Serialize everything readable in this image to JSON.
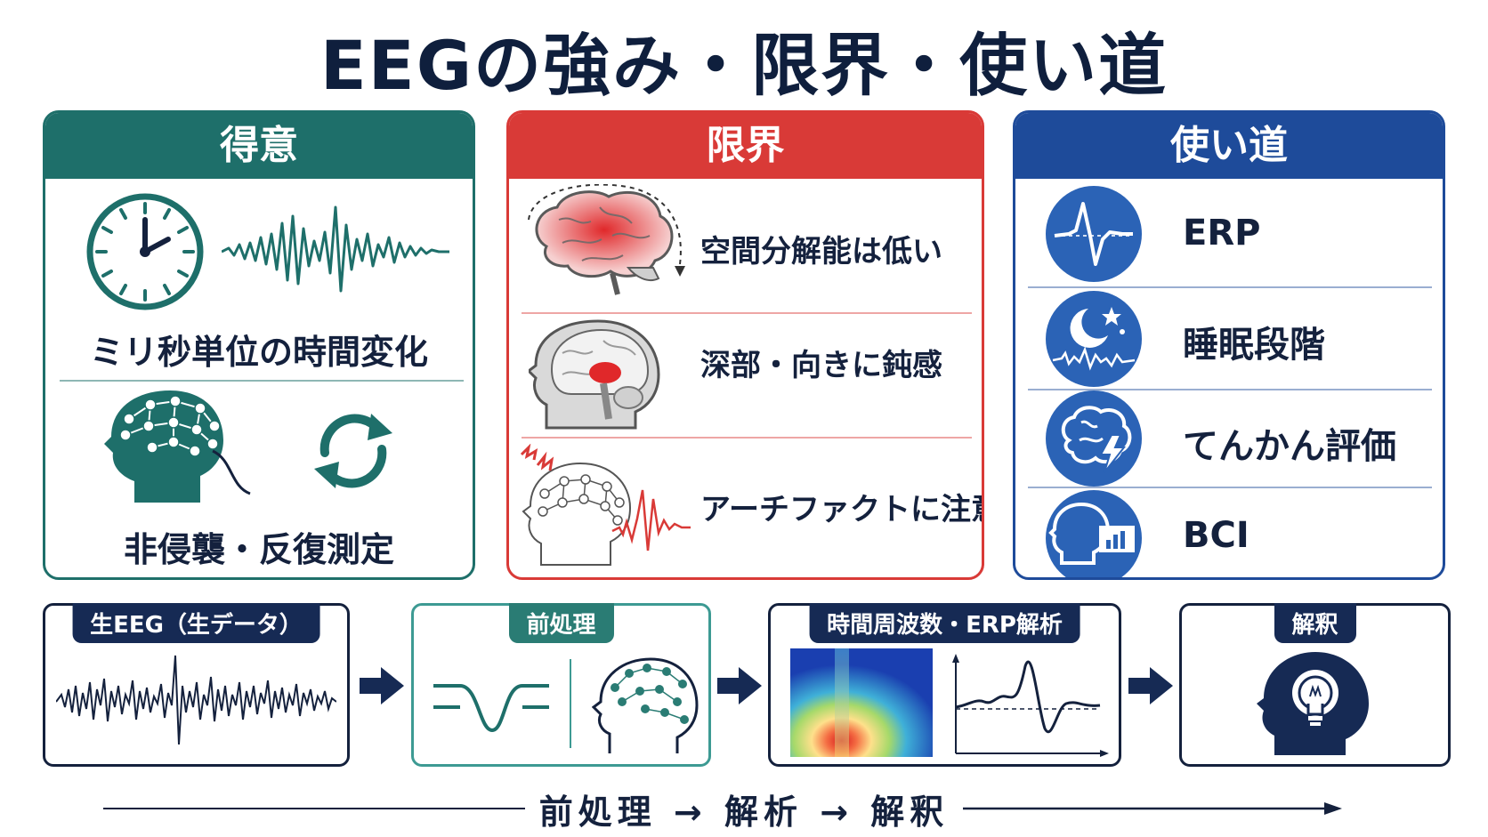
{
  "title": "EEGの強み・限界・使い道",
  "strengths": {
    "heading": "得意",
    "items": [
      "ミリ秒単位の時間変化",
      "非侵襲・反復測定"
    ]
  },
  "limits": {
    "heading": "限界",
    "items": [
      "空間分解能は低い",
      "深部・向きに鈍感",
      "アーチファクトに注意"
    ]
  },
  "uses": {
    "heading": "使い道",
    "items": [
      "ERP",
      "睡眠段階",
      "てんかん評価",
      "BCI"
    ]
  },
  "pipeline": {
    "steps": [
      "生EEG（生データ）",
      "前処理",
      "時間周波数・ERP解析",
      "解釈"
    ],
    "summary": "前処理 → 解析 → 解釈"
  },
  "colors": {
    "strength": "#1e6f6a",
    "limit": "#d93a37",
    "use": "#1e4b9a",
    "navy": "#162a54"
  }
}
